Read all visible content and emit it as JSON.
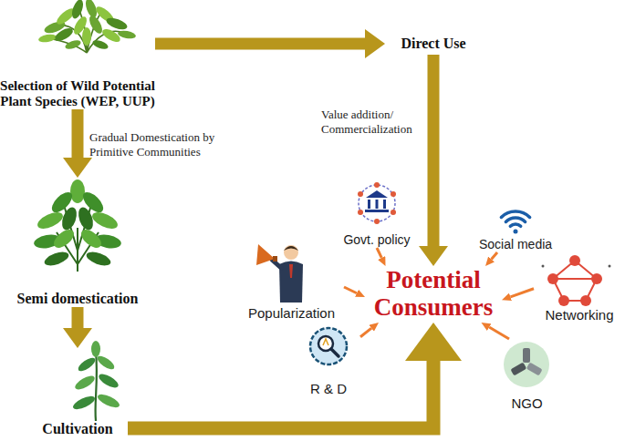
{
  "diagram": {
    "nodes": [
      {
        "text": [
          "Selection of Wild Potential Plant Species (WEP, UUP)"
        ]
      },
      {
        "text": [
          "Direct Use"
        ]
      },
      {
        "text": [
          "Semi domestication"
        ]
      },
      {
        "text": [
          "Potential Consumers"
        ]
      },
      {
        "text": [
          "Govt. policy"
        ]
      },
      {
        "text": [
          "Social media"
        ]
      },
      {
        "text": [
          "Popularization"
        ]
      },
      {
        "text": [
          "Networking"
        ]
      },
      {
        "text": [
          "R & D"
        ]
      },
      {
        "text": [
          "NGO"
        ]
      },
      {
        "text": [
          "Cultivation"
        ]
      }
    ],
    "edges": [
      {
        "from": 0,
        "to": 1,
        "arrow": "to"
      },
      {
        "from": 0,
        "to": 2,
        "label": "Gradual Domestication by Primitive Communities",
        "arrow": "to"
      },
      {
        "from": 2,
        "to": 10,
        "arrow": "to"
      },
      {
        "from": 1,
        "to": 3,
        "label": "Value addition/ Commercialization",
        "arrow": "to"
      },
      {
        "from": 10,
        "to": 3,
        "arrow": "to"
      },
      {
        "from": 4,
        "to": 3,
        "arrow": "to"
      },
      {
        "from": 5,
        "to": 3,
        "arrow": "to"
      },
      {
        "from": 6,
        "to": 3,
        "arrow": "to"
      },
      {
        "from": 7,
        "to": 3,
        "arrow": "to"
      },
      {
        "from": 8,
        "to": 3,
        "arrow": "to"
      },
      {
        "from": 9,
        "to": 3,
        "arrow": "to"
      }
    ]
  }
}
